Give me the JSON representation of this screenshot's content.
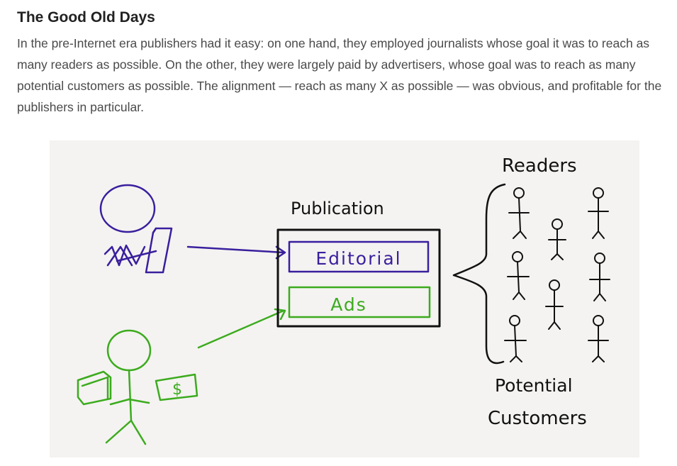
{
  "article": {
    "heading": "The Good Old Days",
    "paragraph": "In the pre-Internet era publishers had it easy: on one hand, they employed journalists whose goal it was to reach as many readers as possible. On the other, they were largely paid by advertisers, whose goal was to reach as many potential customers as possible. The alignment — reach as many X as possible — was obvious, and profitable for the publishers in particular."
  },
  "diagram": {
    "publication_label": "Publication",
    "editorial_label": "Editorial",
    "ads_label": "Ads",
    "readers_label": "Readers",
    "potential_label": "Potential",
    "customers_label": "Customers",
    "money_symbol": "$",
    "colors": {
      "journalist": "#3a1f9e",
      "advertiser": "#3cab1e",
      "ink": "#111111",
      "background": "#f4f3f1"
    }
  }
}
